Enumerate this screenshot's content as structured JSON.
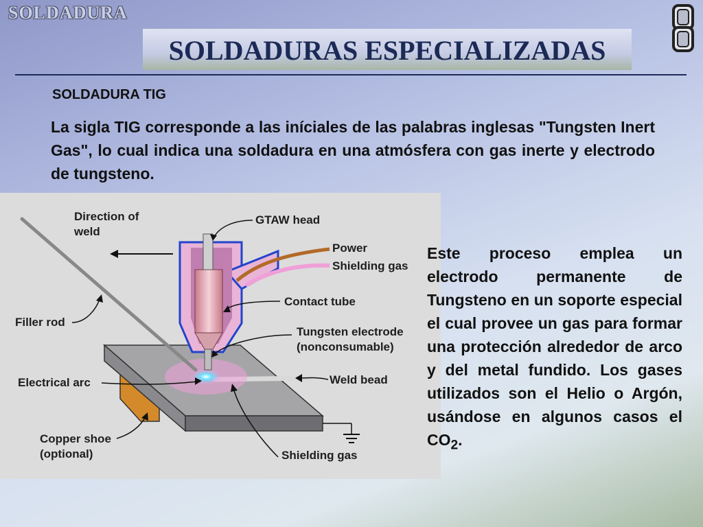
{
  "header": {
    "logo_text": "SOLDADURA",
    "title": "SOLDADURAS ESPECIALIZADAS"
  },
  "section": {
    "subtitle": "SOLDADURA TIG",
    "intro": "La sigla TIG corresponde a las iníciales de las palabras inglesas \"Tungsten Inert Gas\", lo cual indica una soldadura en una atmósfera con gas inerte y electrodo de tungsteno."
  },
  "diagram": {
    "labels": {
      "direction": "Direction of\nweld",
      "gtaw_head": "GTAW head",
      "power": "Power",
      "shielding_gas_in": "Shielding gas",
      "contact_tube": "Contact tube",
      "tungsten": "Tungsten electrode\n(nonconsumable)",
      "filler_rod": "Filler rod",
      "electrical_arc": "Electrical arc",
      "weld_bead": "Weld bead",
      "copper_shoe": "Copper shoe\n(optional)",
      "shielding_gas_out": "Shielding gas"
    }
  },
  "body": {
    "text_main": "Este proceso emplea un electrodo permanente de Tungsteno en un soporte especial el cual provee un gas para formar una protección alrededor de arco y del metal fundido. Los gases utilizados son el Helio o Argón, usándose en algunos casos el CO",
    "text_sub": "2",
    "text_end": "."
  },
  "colors": {
    "title": "#1c2a56",
    "power_cable": "#b36a28",
    "shielding_hose": "#f0a0d8",
    "nozzle": "#e8b4d8",
    "head_outline": "#2244cc",
    "arc_glow": "#66e0ff",
    "copper_shoe": "#d48a2a"
  },
  "icons": [
    "chain-links-icon",
    "ground-symbol-icon"
  ]
}
